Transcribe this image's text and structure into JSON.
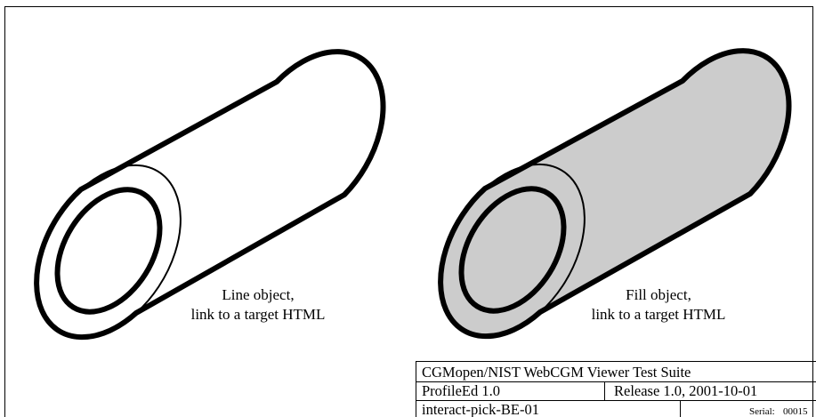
{
  "drawing": {
    "line_object": {
      "label_line1": "Line object,",
      "label_line2": "link to a target HTML",
      "fill_color": "#ffffff",
      "stroke_color": "#000000"
    },
    "fill_object": {
      "label_line1": "Fill object,",
      "label_line2": "link to a target HTML",
      "fill_color": "#cccccc",
      "stroke_color": "#000000"
    }
  },
  "title_block": {
    "suite": "CGMopen/NIST WebCGM Viewer Test Suite",
    "profile": "ProfileEd 1.0",
    "release": "Release 1.0,  2001-10-01",
    "test_name": "interact-pick-BE-01",
    "serial_label": "Serial:",
    "serial_value": "00015"
  }
}
